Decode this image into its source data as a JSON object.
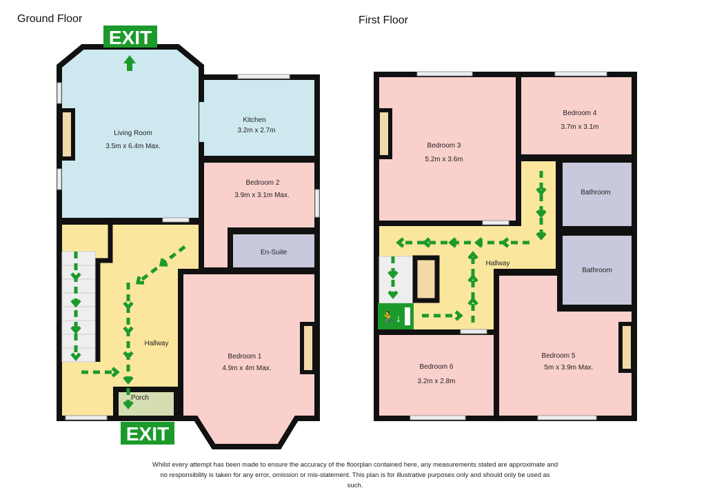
{
  "ground_floor": {
    "title": "Ground Floor",
    "rooms": [
      {
        "name": "Living Room",
        "size": "3.5m x 6.4m Max."
      },
      {
        "name": "Kitchen",
        "size": "3.2m x 2.7m"
      },
      {
        "name": "Bedroom 2",
        "size": "3.9m x 3.1m Max."
      },
      {
        "name": "En-Suite"
      },
      {
        "name": "Hallway"
      },
      {
        "name": "Bedroom 1",
        "size": "4.9m x 4m Max."
      },
      {
        "name": "Porch"
      }
    ],
    "exit_signs": [
      "EXIT",
      "EXIT"
    ]
  },
  "first_floor": {
    "title": "First Floor",
    "rooms": [
      {
        "name": "Bedroom 3",
        "size": "5.2m x 3.6m"
      },
      {
        "name": "Bedroom 4",
        "size": "3.7m x 3.1m"
      },
      {
        "name": "Bathroom"
      },
      {
        "name": "Bathroom"
      },
      {
        "name": "Hallway"
      },
      {
        "name": "Bedroom 6",
        "size": "3.2m x 2.8m"
      },
      {
        "name": "Bedroom 5",
        "size": "5m x 3.9m Max."
      }
    ]
  },
  "colors": {
    "living": "#cde9ef",
    "bedroom": "#f9d0cc",
    "hallway": "#fbe69e",
    "bathroom": "#c9c9dd",
    "porch": "#d5ddb2",
    "exit": "#1c9a2b",
    "wall": "#111111"
  },
  "disclaimer": "Whilst every attempt has been made to ensure the accuracy of the floorplan contained here, any measurements stated are approximate and no responsibility is taken for any error, omission or mis-statement. This plan is for illustrative purposes only and should only be used as such."
}
